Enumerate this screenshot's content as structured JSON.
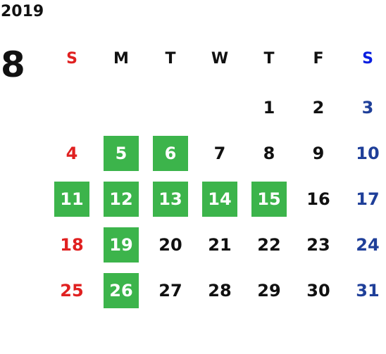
{
  "year": "2019",
  "month": "8",
  "colors": {
    "sunday": "#e02020",
    "saturday_header": "#0a1fe0",
    "saturday": "#1f3f99",
    "weekday": "#111111",
    "highlight": "#3cb44b"
  },
  "weekdays": [
    {
      "label": "S",
      "kind": "sunday"
    },
    {
      "label": "M",
      "kind": "weekday"
    },
    {
      "label": "T",
      "kind": "weekday"
    },
    {
      "label": "W",
      "kind": "weekday"
    },
    {
      "label": "T",
      "kind": "weekday"
    },
    {
      "label": "F",
      "kind": "weekday"
    },
    {
      "label": "S",
      "kind": "saturday"
    }
  ],
  "first_weekday_index": 4,
  "days": [
    "1",
    "2",
    "3",
    "4",
    "5",
    "6",
    "7",
    "8",
    "9",
    "10",
    "11",
    "12",
    "13",
    "14",
    "15",
    "16",
    "17",
    "18",
    "19",
    "20",
    "21",
    "22",
    "23",
    "24",
    "25",
    "26",
    "27",
    "28",
    "29",
    "30",
    "31"
  ],
  "highlighted_days": [
    "5",
    "6",
    "11",
    "12",
    "13",
    "14",
    "15",
    "19",
    "26"
  ]
}
